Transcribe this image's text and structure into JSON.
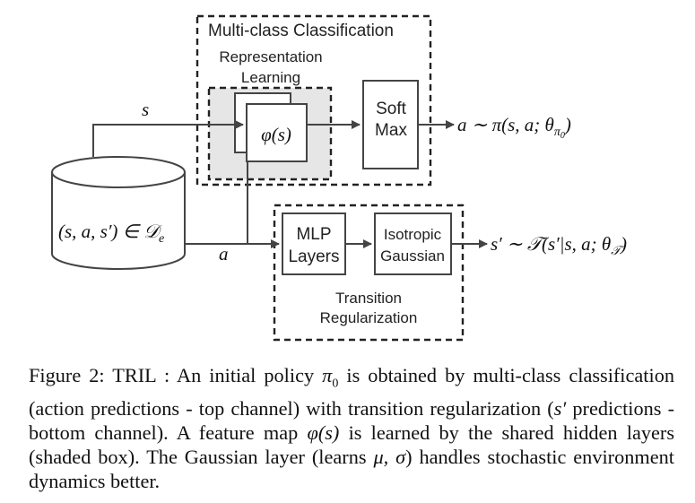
{
  "diagram": {
    "top_group_title": "Multi-class Classification",
    "repr_learning_line1": "Representation",
    "repr_learning_line2": "Learning",
    "phi_label": "φ(s)",
    "softmax_line1": "Soft",
    "softmax_line2": "Max",
    "s_label": "s",
    "a_label": "a",
    "db_label": "(s, a, s′) ∈ 𝒟",
    "db_subscript": "e",
    "mlp_line1": "MLP",
    "mlp_line2": "Layers",
    "gauss_line1": "Isotropic",
    "gauss_line2": "Gaussian",
    "transition_line1": "Transition",
    "transition_line2": "Regularization",
    "policy_output": "a ∼ π(s, a; θ",
    "policy_output_sub": "π",
    "policy_output_subsub": "0",
    "transition_output": "s′ ∼ 𝒯(s′|s, a; θ",
    "transition_output_sub": "𝒯",
    "close_paren": ")"
  },
  "caption": {
    "p1": "Figure 2: TRIL : An initial policy ",
    "pi": "π",
    "pi_sub": "0",
    "p2": " is obtained by multi-class classification (action predictions - top channel) with transition regularization (",
    "s_prime": "s′",
    "p3": " predictions - bottom channel). A feature map ",
    "phi": "φ(s)",
    "p4": " is learned by the shared hidden layers (shaded box). The Gaussian layer (learns ",
    "mu_sigma": "μ, σ",
    "p5": ") handles stochastic environment dynamics better."
  }
}
